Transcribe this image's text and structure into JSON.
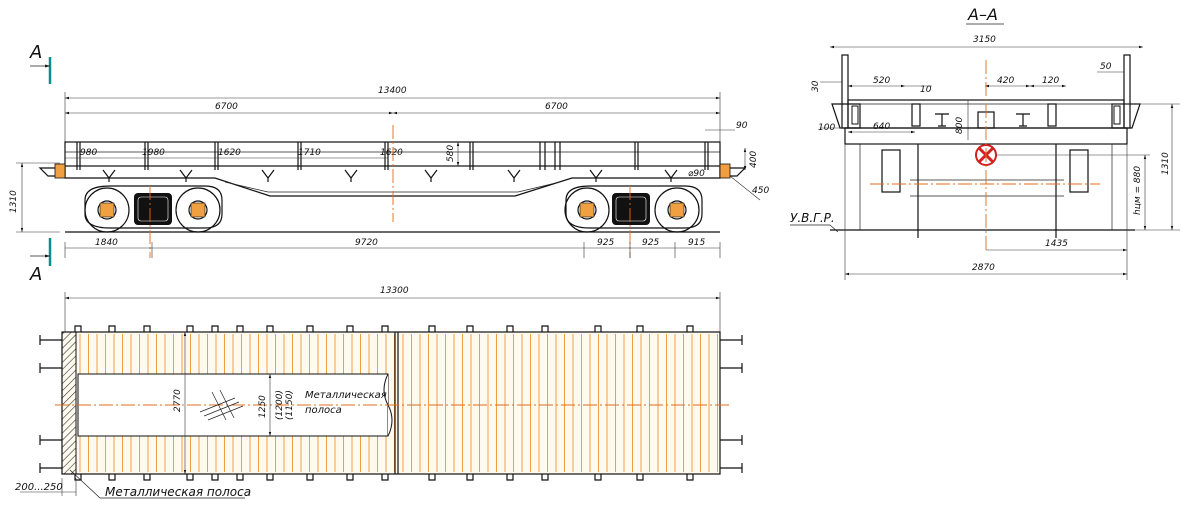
{
  "section_marks": {
    "letter": "A",
    "title": "А–А"
  },
  "side_view": {
    "overall": "13400",
    "half_left": "6700",
    "half_right": "6700",
    "post_spacing": [
      "980",
      "1980",
      "1620",
      "1710",
      "1620"
    ],
    "side_height": "580",
    "end_offset": "90",
    "stake_height": "400",
    "buffer_dia": "⌀90",
    "buffer_drop": "450",
    "height": "1310",
    "overhang": "1840",
    "base": "9720",
    "axle_1": "925",
    "axle_2": "925",
    "axle_3": "915"
  },
  "section_view": {
    "top_width": "3150",
    "d_520": "520",
    "d_10": "10",
    "d_420": "420",
    "d_120": "120",
    "d_50": "50",
    "d_30": "30",
    "d_100": "100",
    "d_640": "640",
    "d_800": "800",
    "cg_label": "hцм = 880",
    "height": "1310",
    "rail_label": "У.В.Г.Р.",
    "half_gauge": "1435",
    "bottom_width": "2870"
  },
  "plan_view": {
    "overall": "13300",
    "width": "2770",
    "strip_width": "1250",
    "strip_alt": "(1200)",
    "strip_alt2": "(1150)",
    "strip_label_1": "Металлическая",
    "strip_label_2": "полоса",
    "edge_gap": "200...250",
    "callout": "Металлическая полоса"
  }
}
